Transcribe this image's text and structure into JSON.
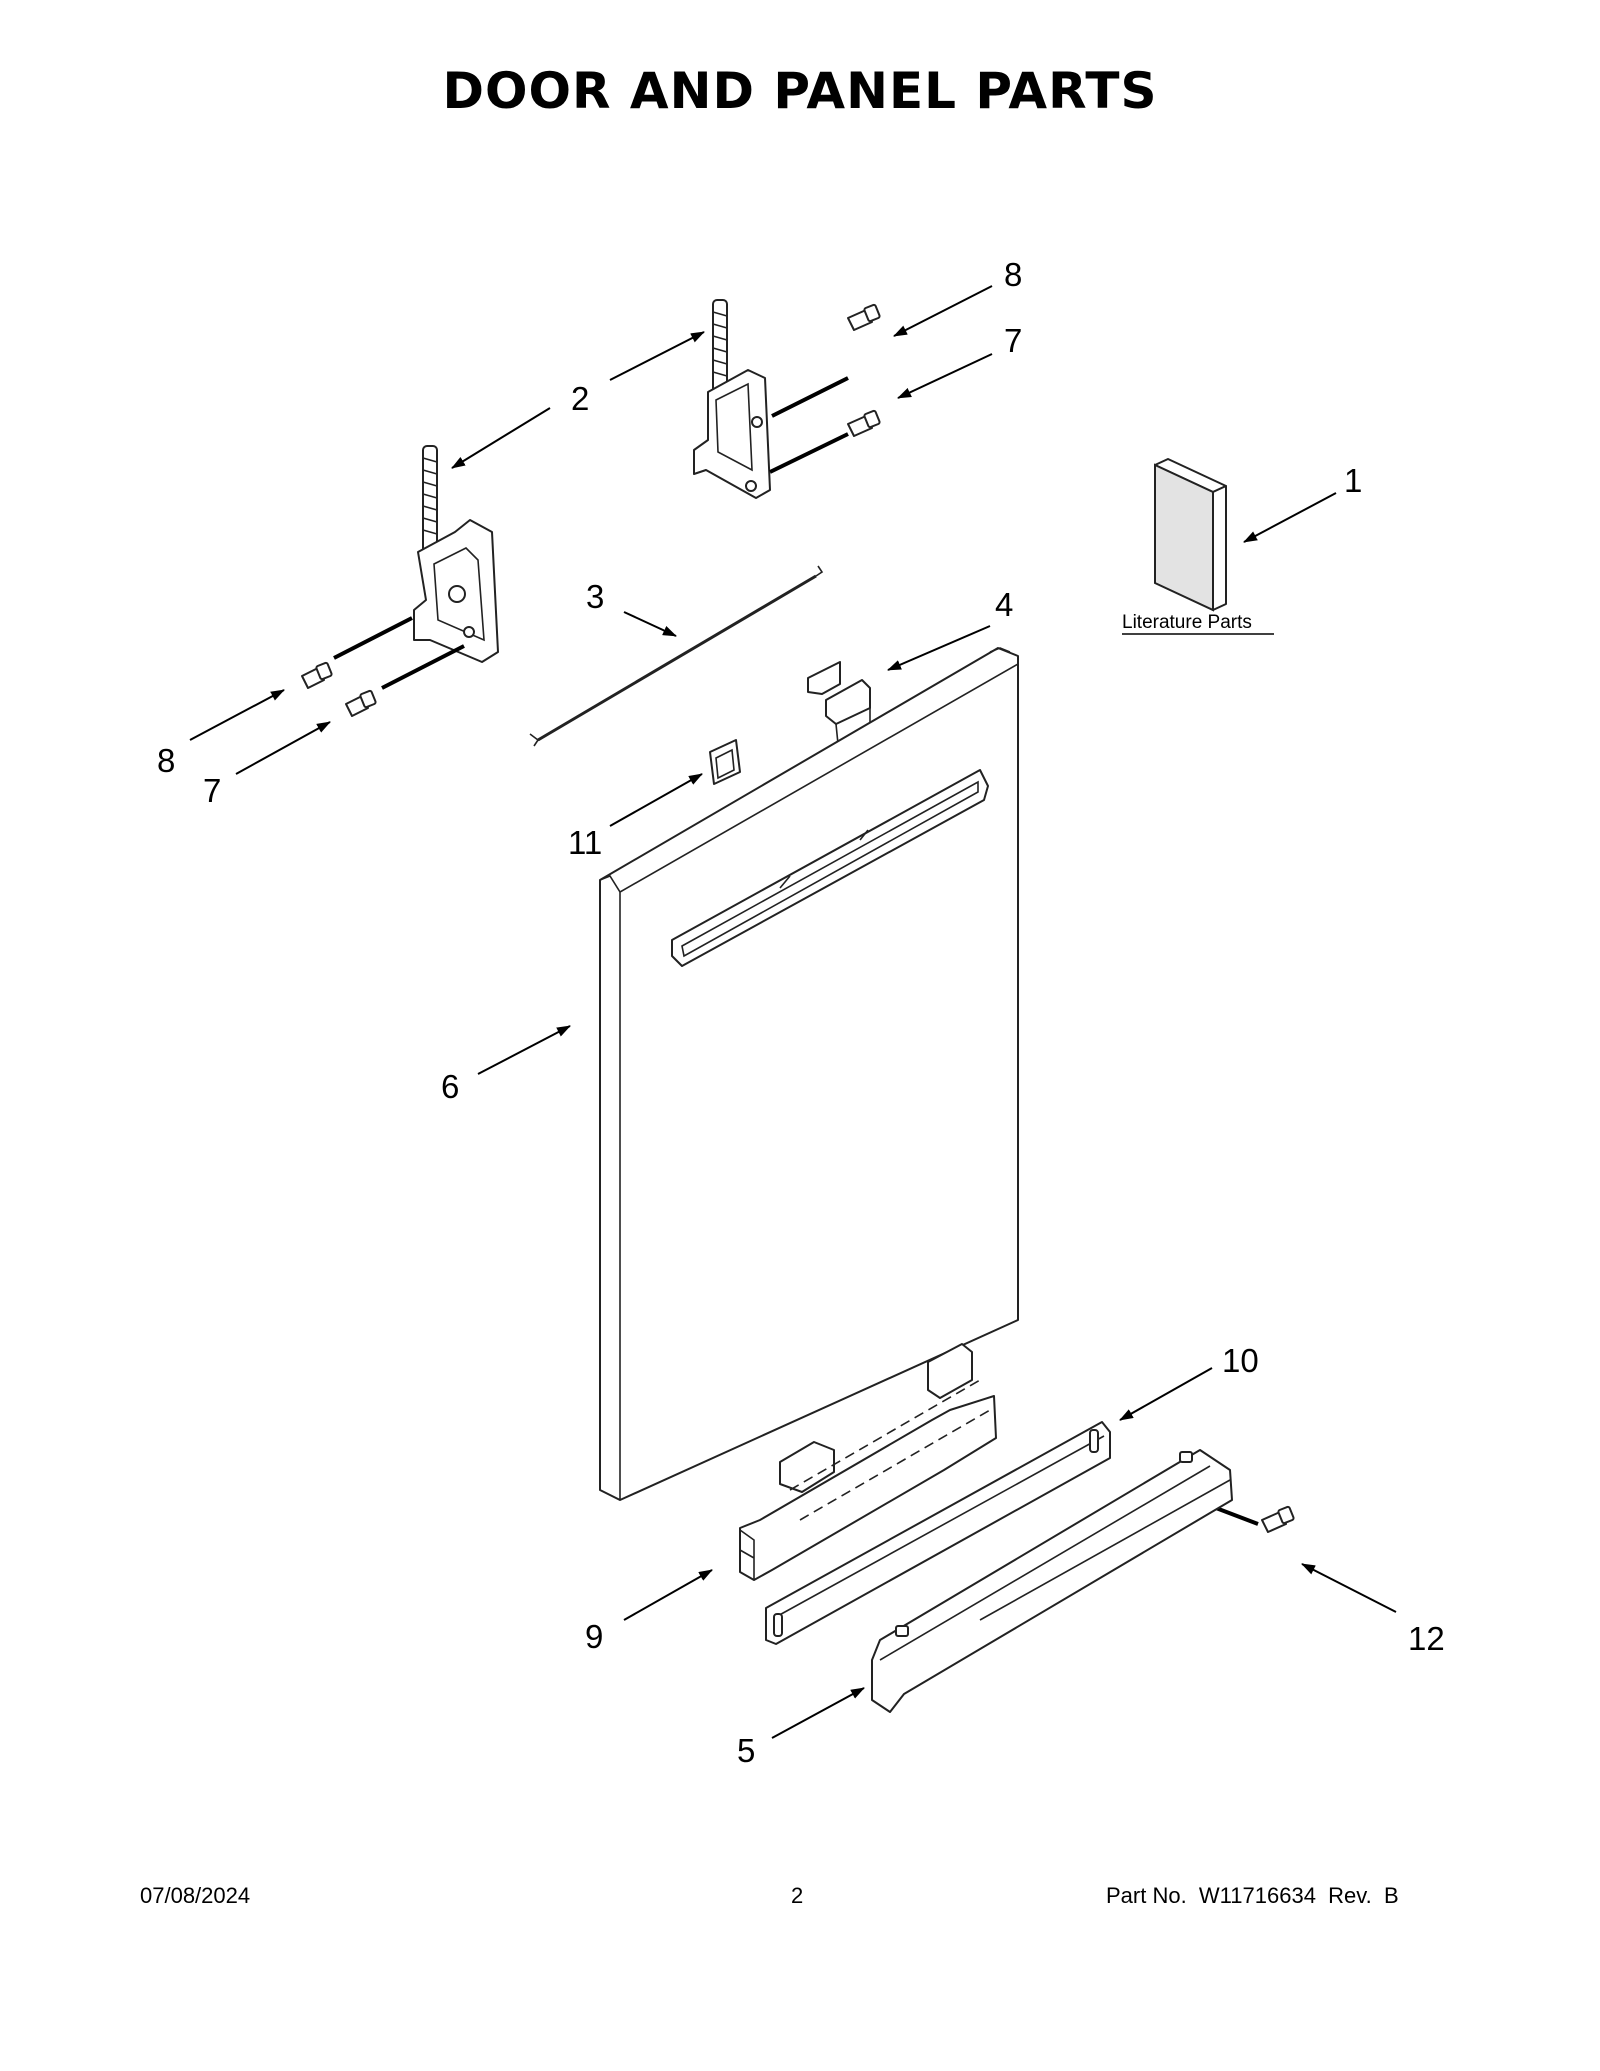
{
  "title": "DOOR AND PANEL PARTS",
  "callouts": {
    "c1": "1",
    "c2": "2",
    "c3": "3",
    "c4": "4",
    "c5": "5",
    "c6": "6",
    "c7a": "7",
    "c7b": "7",
    "c8a": "8",
    "c8b": "8",
    "c9": "9",
    "c10": "10",
    "c11": "11",
    "c12": "12"
  },
  "literature_label": "Literature Parts",
  "footer": {
    "date": "07/08/2024",
    "page": "2",
    "part_no": "Part No.  W11716634  Rev.  B"
  }
}
